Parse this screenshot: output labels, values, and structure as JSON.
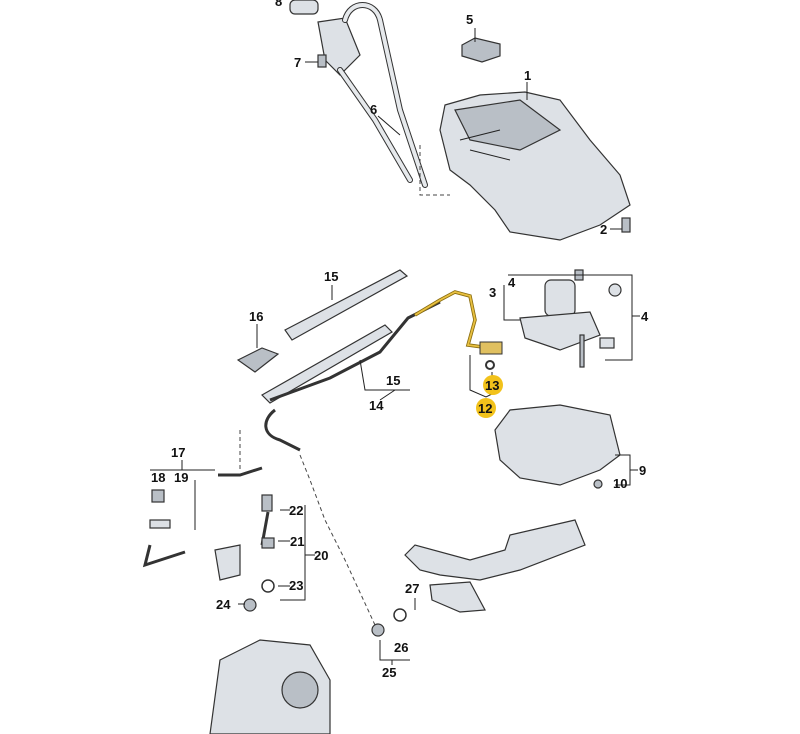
{
  "diagram": {
    "highlight_color": "#f2c21b",
    "labels": {
      "l8": "8",
      "l5": "5",
      "l7": "7",
      "l1": "1",
      "l6": "6",
      "l2": "2",
      "l15a": "15",
      "l16": "16",
      "l3": "3",
      "l4a": "4",
      "l4b": "4",
      "l15b": "15",
      "l14": "14",
      "l13": "13",
      "l12": "12",
      "l9": "9",
      "l10": "10",
      "l17": "17",
      "l18": "18",
      "l19": "19",
      "l22": "22",
      "l21": "21",
      "l20": "20",
      "l23": "23",
      "l24": "24",
      "l27": "27",
      "l26": "26",
      "l25": "25"
    }
  }
}
